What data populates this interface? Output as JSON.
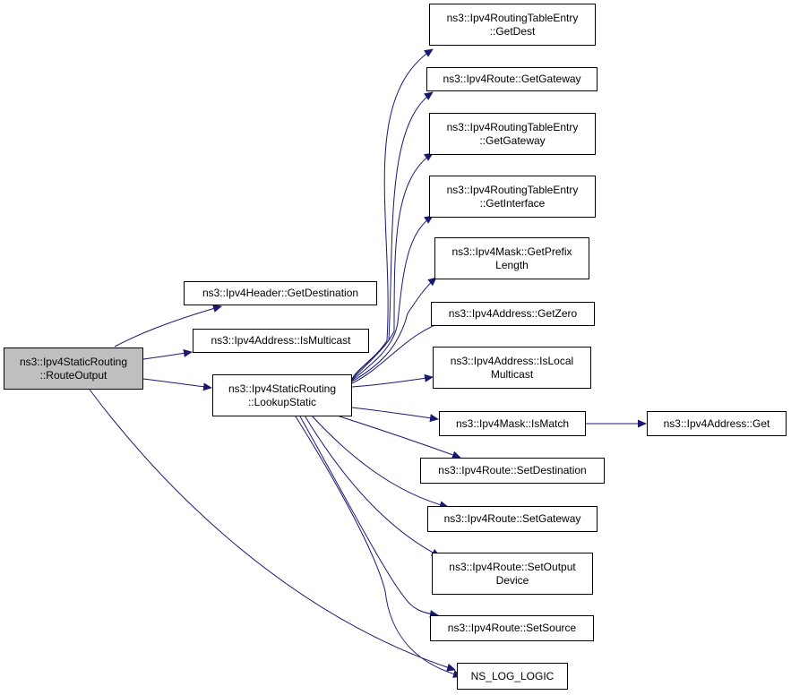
{
  "colors": {
    "edge": "#191970",
    "node_border": "#000000",
    "root_fill": "#bfbfbf",
    "node_fill": "#ffffff"
  },
  "nodes": {
    "route_output": [
      "ns3::Ipv4StaticRouting",
      "::RouteOutput"
    ],
    "get_destination": [
      "ns3::Ipv4Header::GetDestination"
    ],
    "is_multicast": [
      "ns3::Ipv4Address::IsMulticast"
    ],
    "lookup_static": [
      "ns3::Ipv4StaticRouting",
      "::LookupStatic"
    ],
    "rte_get_dest": [
      "ns3::Ipv4RoutingTableEntry",
      "::GetDest"
    ],
    "route_get_gateway": [
      "ns3::Ipv4Route::GetGateway"
    ],
    "rte_get_gateway": [
      "ns3::Ipv4RoutingTableEntry",
      "::GetGateway"
    ],
    "rte_get_interface": [
      "ns3::Ipv4RoutingTableEntry",
      "::GetInterface"
    ],
    "mask_get_prefix_length": [
      "ns3::Ipv4Mask::GetPrefix",
      "Length"
    ],
    "addr_get_zero": [
      "ns3::Ipv4Address::GetZero"
    ],
    "addr_is_local_multicast": [
      "ns3::Ipv4Address::IsLocal",
      "Multicast"
    ],
    "mask_is_match": [
      "ns3::Ipv4Mask::IsMatch"
    ],
    "addr_get": [
      "ns3::Ipv4Address::Get"
    ],
    "route_set_destination": [
      "ns3::Ipv4Route::SetDestination"
    ],
    "route_set_gateway": [
      "ns3::Ipv4Route::SetGateway"
    ],
    "route_set_output_device": [
      "ns3::Ipv4Route::SetOutput",
      "Device"
    ],
    "route_set_source": [
      "ns3::Ipv4Route::SetSource"
    ],
    "ns_log_logic": [
      "NS_LOG_LOGIC"
    ]
  }
}
